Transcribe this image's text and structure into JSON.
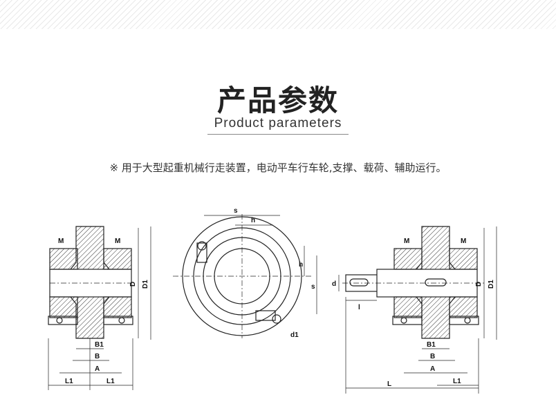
{
  "header": {
    "title": "产品参数",
    "subtitle": "Product parameters"
  },
  "description": "※ 用于大型起重机械行走装置，电动平车行车轮,支撑、载荷、辅助运行。",
  "drawing_labels": {
    "left": {
      "M_left": "M",
      "M_right": "M",
      "D": "D",
      "D1": "D1",
      "B1": "B1",
      "B": "B",
      "A": "A",
      "L1_left": "L1",
      "L1_right": "L1"
    },
    "middle": {
      "s_top": "s",
      "h_top": "h",
      "h_right": "h",
      "s_right": "s",
      "d1": "d1"
    },
    "right": {
      "M_left": "M",
      "M_right": "M",
      "d": "d",
      "l": "l",
      "D": "D",
      "D1": "D1",
      "B1": "B1",
      "B": "B",
      "A": "A",
      "L": "L",
      "L1": "L1"
    }
  }
}
